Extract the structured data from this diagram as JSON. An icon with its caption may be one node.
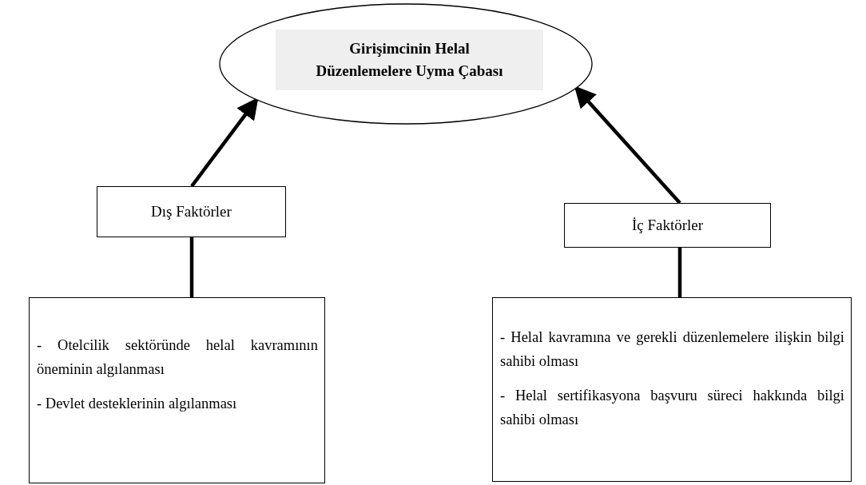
{
  "diagram": {
    "nodes": [
      {
        "text": [
          "Girişimcinin Helal Düzenlemelere Uyma Çabası"
        ]
      },
      {
        "text": [
          "Dış Faktörler"
        ]
      },
      {
        "text": [
          "İç Faktörler"
        ]
      },
      {
        "text": [
          "- Otelcilik sektöründe helal kavramının öneminin algılanması",
          "- Devlet desteklerinin algılanması"
        ]
      },
      {
        "text": [
          "- Helal kavramına ve gerekli düzenlemelere ilişkin bilgi sahibi olması",
          "- Helal sertifikasyona başvuru süreci hakkında bilgi sahibi olması"
        ]
      }
    ],
    "edges": [
      {
        "from": 1,
        "to": 0,
        "arrow": "to"
      },
      {
        "from": 2,
        "to": 0,
        "arrow": "to"
      },
      {
        "from": 1,
        "to": 3,
        "arrow": "none"
      },
      {
        "from": 2,
        "to": 4,
        "arrow": "none"
      }
    ]
  }
}
